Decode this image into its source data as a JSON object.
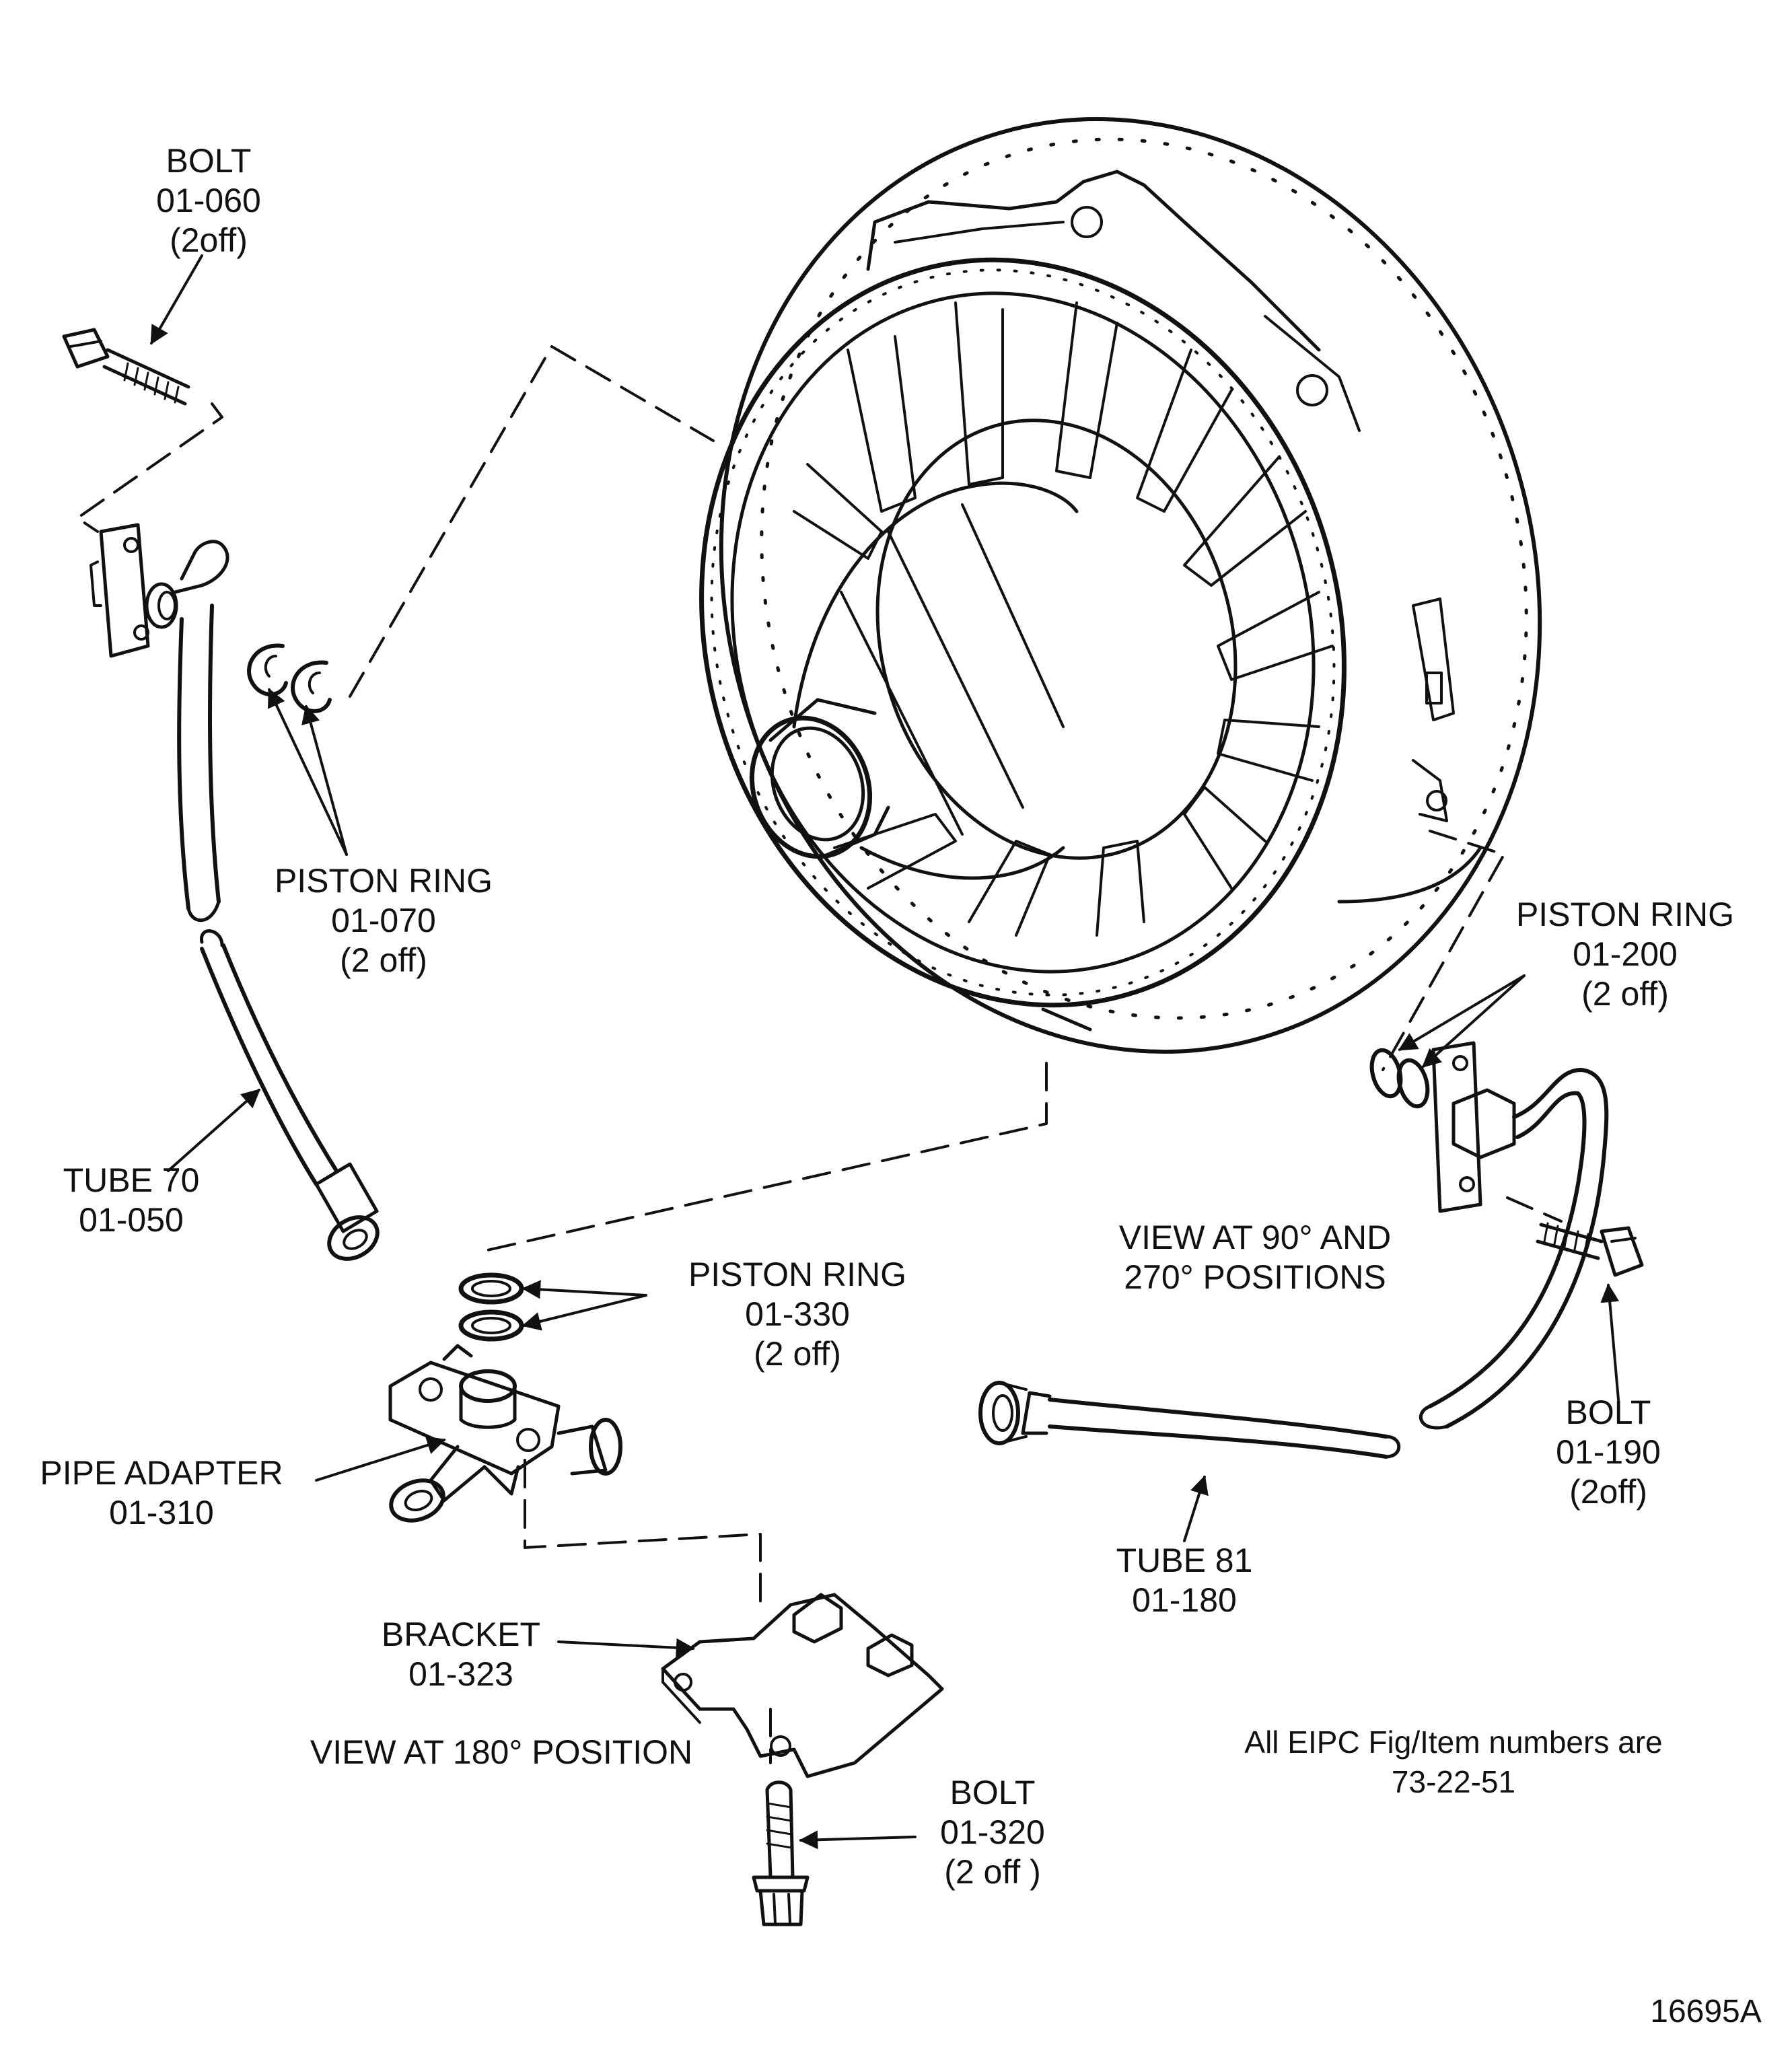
{
  "callouts": {
    "bolt_060": [
      "BOLT",
      "01-060",
      "(2off)"
    ],
    "piston_ring_070": [
      "PISTON RING",
      "01-070",
      "(2 off)"
    ],
    "tube_70": [
      "TUBE 70",
      "01-050"
    ],
    "piston_ring_330": [
      "PISTON RING",
      "01-330",
      "(2 off)"
    ],
    "pipe_adapter": [
      "PIPE ADAPTER",
      "01-310"
    ],
    "bracket": [
      "BRACKET",
      "01-323"
    ],
    "view_180": [
      "VIEW AT 180° POSITION"
    ],
    "bolt_320": [
      "BOLT",
      "01-320",
      "(2 off )"
    ],
    "piston_ring_200": [
      "PISTON RING",
      "01-200",
      "(2 off)"
    ],
    "view_90_270": [
      "VIEW AT 90° AND",
      "270° POSITIONS"
    ],
    "bolt_190": [
      "BOLT",
      "01-190",
      "(2off)"
    ],
    "tube_81": [
      "TUBE 81",
      "01-180"
    ],
    "eipc_note": [
      "All EIPC Fig/Item numbers are",
      "73-22-51"
    ]
  },
  "figure_number": "16695A"
}
